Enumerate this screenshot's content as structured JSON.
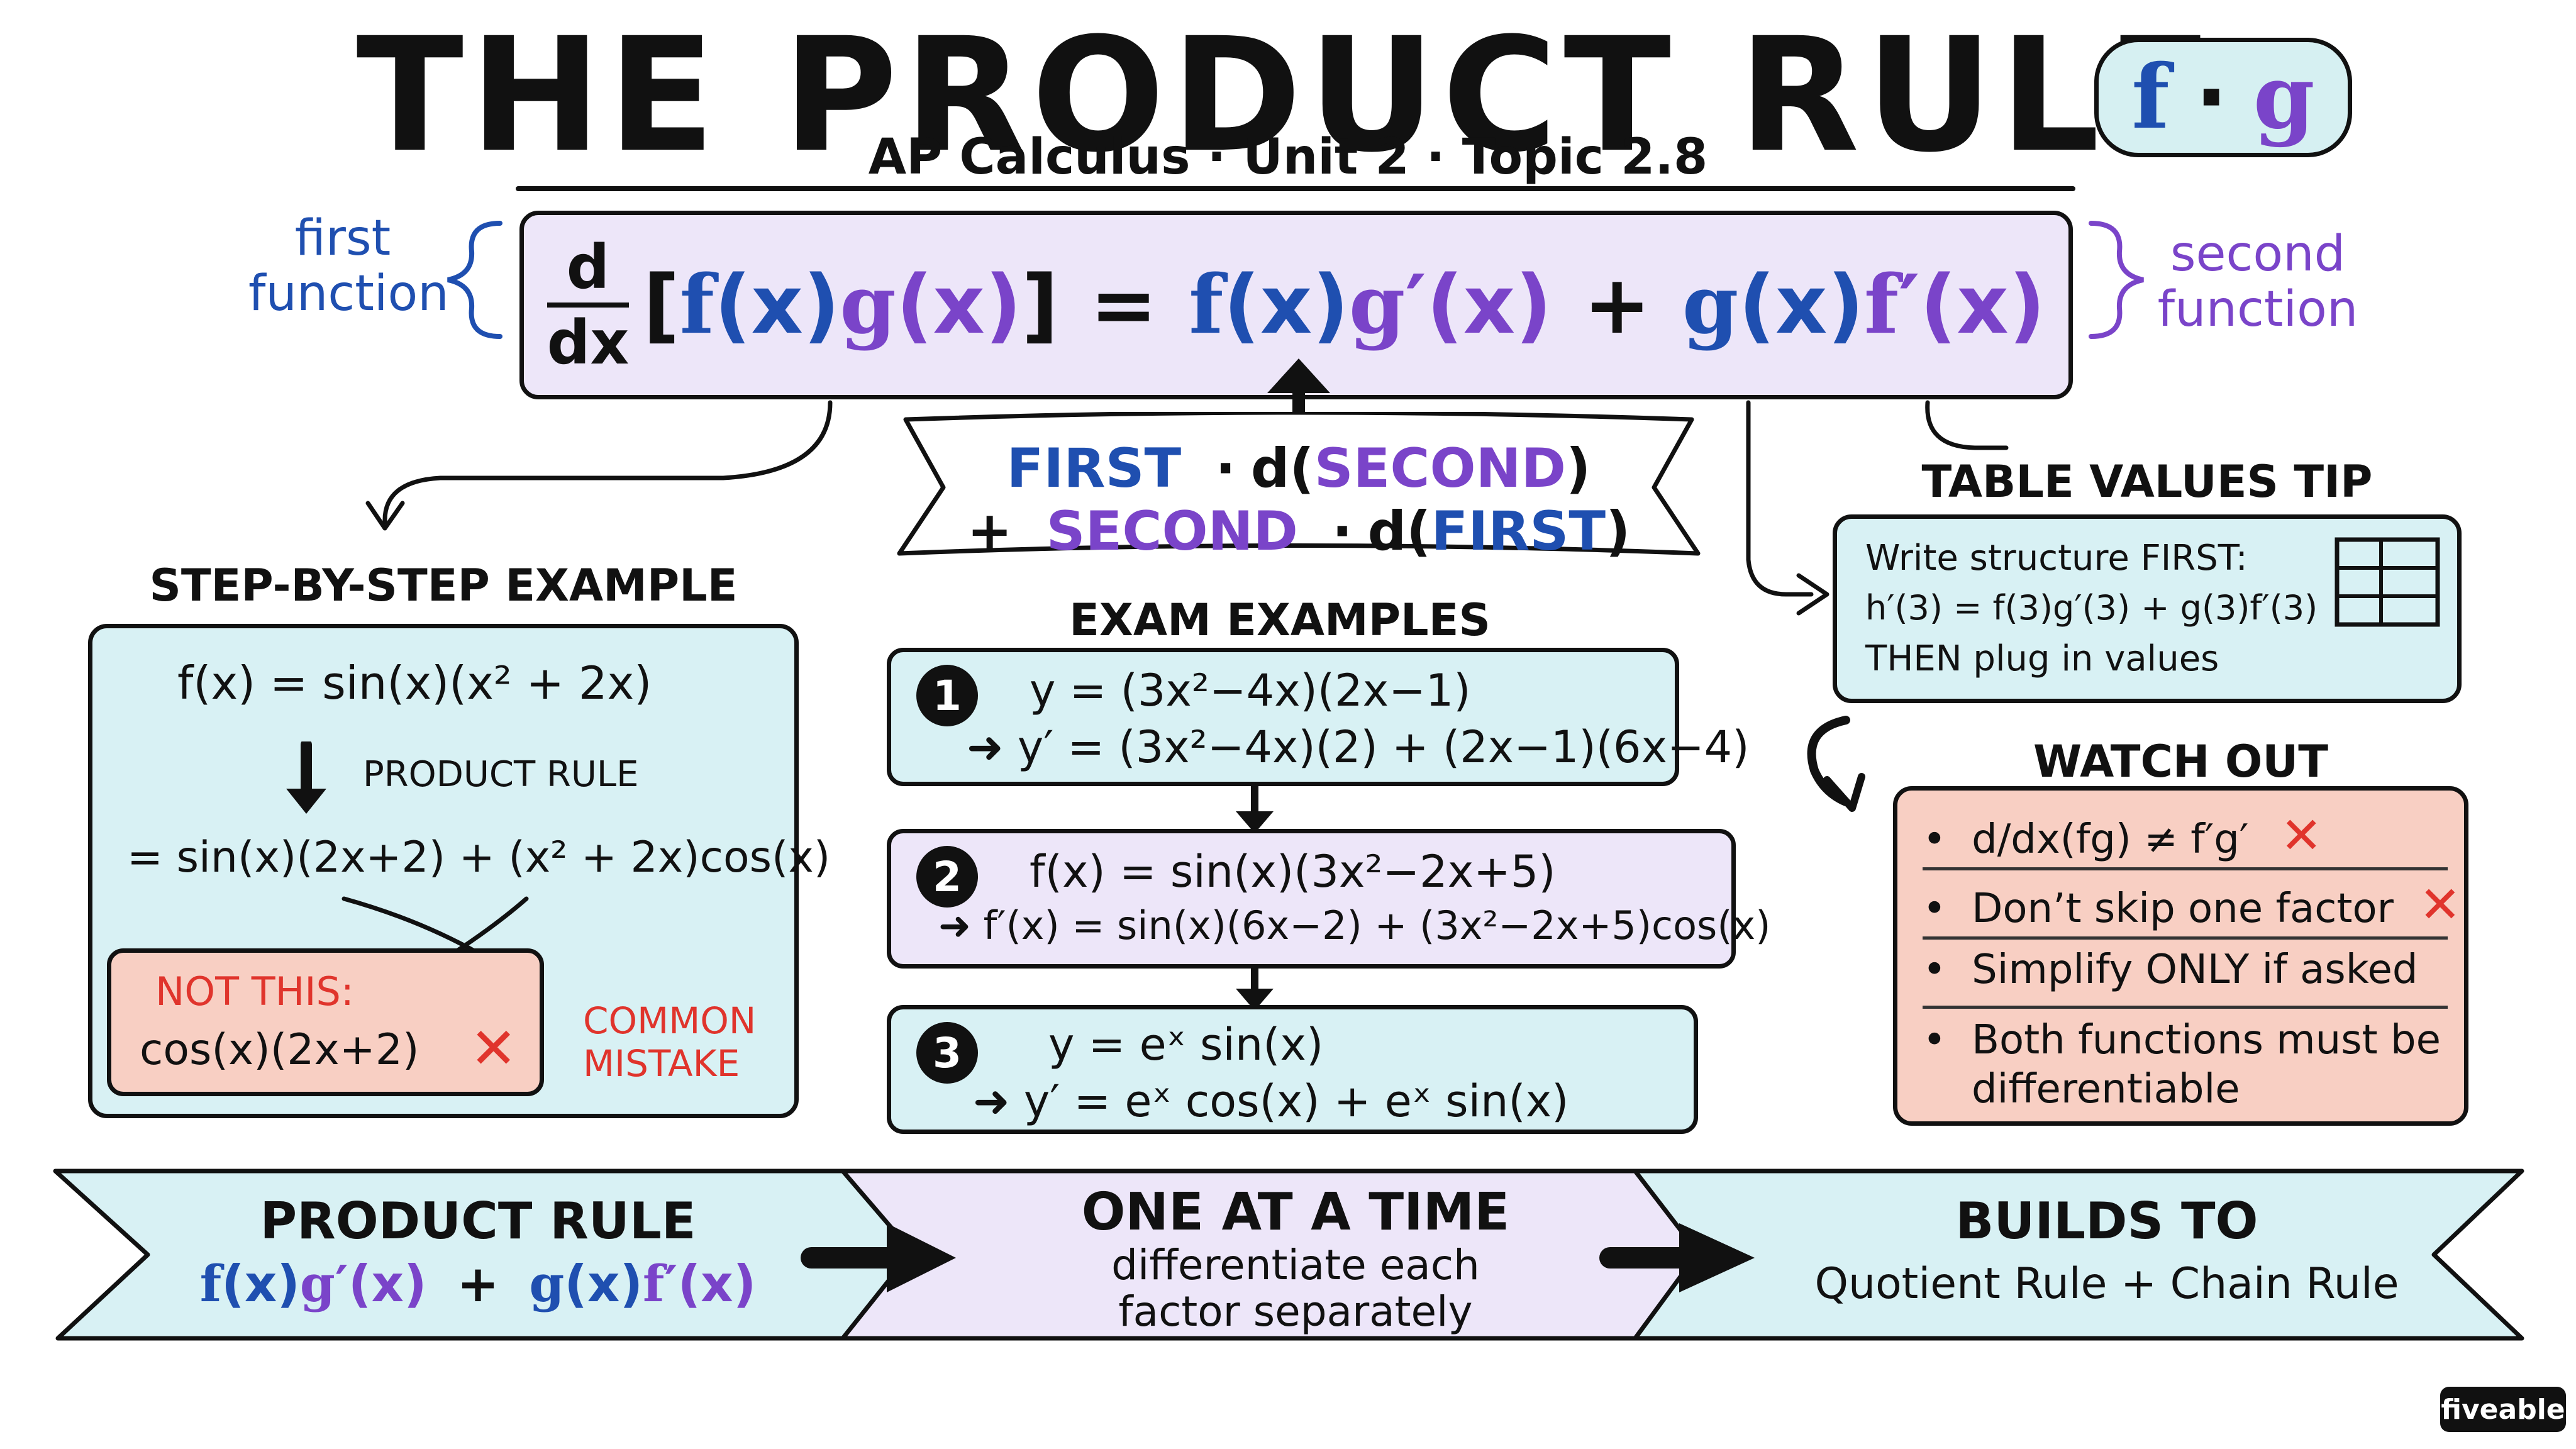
{
  "header": {
    "title": "THE PRODUCT RULE",
    "subtitle": "AP Calculus · Unit 2 · Topic 2.8",
    "badge_f": "f",
    "badge_dot": "·",
    "badge_g": "g"
  },
  "formula": {
    "d": "d",
    "dx": "dx",
    "open": "[",
    "f": "f",
    "x1": "(x)",
    "g": "g",
    "x2": "(x)",
    "close": "]",
    "equals": "=",
    "rhs_f": "f",
    "rhs_x1": "(x)",
    "rhs_gp": "g′",
    "rhs_x2": "(x)",
    "plus": "+",
    "rhs_g": "g",
    "rhs_x3": "(x)",
    "rhs_fp": "f′",
    "rhs_x4": "(x)",
    "left_label_line1": "first",
    "left_label_line2": "function",
    "right_label_line1": "second",
    "right_label_line2": "function"
  },
  "mnemonic": {
    "first": "FIRST",
    "dot1": "·",
    "d_open": "d(",
    "second": "SECOND",
    "close1": ")",
    "plus": "+",
    "second2": "SECOND",
    "dot2": "·",
    "d_open2": "d(",
    "first2": "FIRST",
    "close2": ")"
  },
  "step_example": {
    "title": "STEP-BY-STEP EXAMPLE",
    "line1": "f(x) = sin(x)(x² + 2x)",
    "rule_label": "PRODUCT RULE",
    "line2": "= sin(x)(2x+2) + (x² + 2x)cos(x)",
    "not_this_label": "NOT THIS:",
    "not_this_expr": "cos(x)(2x+2)",
    "x_mark": "✕",
    "common_line1": "COMMON",
    "common_line2": "MISTAKE"
  },
  "exam_examples": {
    "title": "EXAM EXAMPLES",
    "items": [
      {
        "num": "1",
        "line1": "y = (3x²−4x)(2x−1)",
        "line2": "y′ = (3x²−4x)(2) + (2x−1)(6x−4)"
      },
      {
        "num": "2",
        "line1": "f(x) = sin(x)(3x²−2x+5)",
        "line2": "f′(x) = sin(x)(6x−2) + (3x²−2x+5)cos(x)"
      },
      {
        "num": "3",
        "line1": "y = eˣ sin(x)",
        "line2": "y′ = eˣ cos(x) + eˣ sin(x)"
      }
    ],
    "arrow": "➜"
  },
  "table_tip": {
    "title": "TABLE VALUES TIP",
    "line1": "Write structure FIRST:",
    "line2": "h′(3) = f(3)g′(3) + g(3)f′(3)",
    "line3": "THEN plug in values"
  },
  "watch_out": {
    "title": "WATCH OUT",
    "items": [
      {
        "text": "d/dx(fg) ≠ f′g′",
        "mark": "✕"
      },
      {
        "text": "Don’t skip one factor",
        "mark": "✕"
      },
      {
        "text": "Simplify ONLY if asked",
        "mark": ""
      },
      {
        "text": "Both functions must be",
        "text2": "differentiable",
        "mark": ""
      }
    ],
    "bullet": "•"
  },
  "footer": {
    "panel1_title": "PRODUCT RULE",
    "panel1_f": "f",
    "panel1_x1": "(x)",
    "panel1_gp": "g′",
    "panel1_x2": "(x)",
    "panel1_plus": "+",
    "panel1_g": "g",
    "panel1_x3": "(x)",
    "panel1_fp": "f′",
    "panel1_x4": "(x)",
    "panel2_title": "ONE AT A TIME",
    "panel2_line1": "differentiate each",
    "panel2_line2": "factor separately",
    "panel3_title": "BUILDS TO",
    "panel3_line1": "Quotient Rule + Chain Rule"
  },
  "brand": "fiveable",
  "colors": {
    "blue": "#1f4fb0",
    "purple": "#7a44c9",
    "teal_fill": "#d8f1f4",
    "lavender_fill": "#ede6f9",
    "salmon_fill": "#f8cfc3",
    "red_mark": "#e0342c"
  }
}
